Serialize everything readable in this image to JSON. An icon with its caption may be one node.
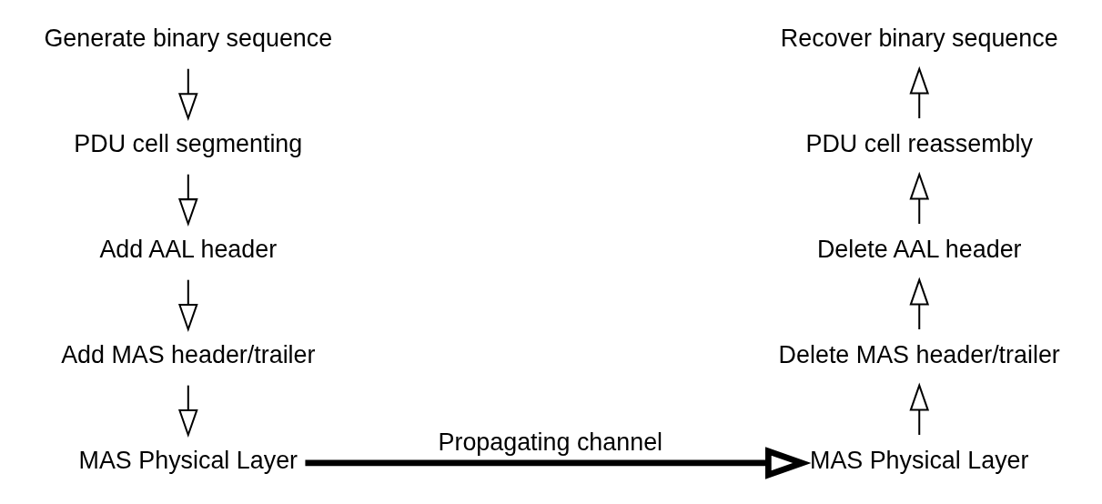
{
  "diagram": {
    "nodes": [
      {
        "text": [
          "Generate binary sequence"
        ]
      },
      {
        "text": [
          "PDU cell segmenting"
        ]
      },
      {
        "text": [
          "Add AAL header"
        ]
      },
      {
        "text": [
          "Add MAS header/trailer"
        ]
      },
      {
        "text": [
          "MAS Physical Layer"
        ]
      },
      {
        "text": [
          "Recover binary sequence"
        ]
      },
      {
        "text": [
          "PDU cell reassembly"
        ]
      },
      {
        "text": [
          "Delete AAL header"
        ]
      },
      {
        "text": [
          "Delete MAS header/trailer"
        ]
      },
      {
        "text": [
          "MAS Physical Layer"
        ]
      }
    ],
    "edges": [
      {
        "from": 0,
        "to": 1,
        "arrow": "to"
      },
      {
        "from": 1,
        "to": 2,
        "arrow": "to"
      },
      {
        "from": 2,
        "to": 3,
        "arrow": "to"
      },
      {
        "from": 3,
        "to": 4,
        "arrow": "to"
      },
      {
        "from": 4,
        "to": 9,
        "arrow": "to",
        "label": "Propagating channel",
        "style": "thick"
      },
      {
        "from": 9,
        "to": 8,
        "arrow": "to"
      },
      {
        "from": 8,
        "to": 7,
        "arrow": "to"
      },
      {
        "from": 7,
        "to": 6,
        "arrow": "to"
      },
      {
        "from": 6,
        "to": 5,
        "arrow": "to"
      }
    ]
  }
}
